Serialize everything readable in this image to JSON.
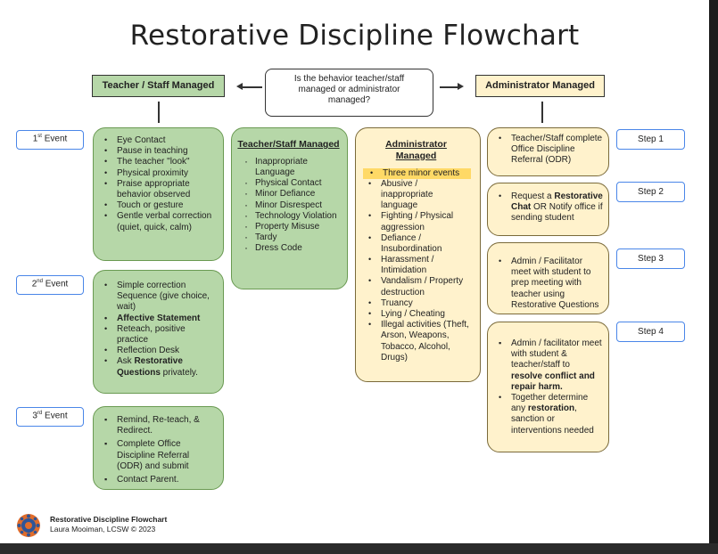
{
  "title": "Restorative Discipline Flowchart",
  "question": "Is the behavior teacher/staff managed or administrator managed?",
  "teacher_header": "Teacher / Staff  Managed",
  "admin_header": "Administrator Managed",
  "events": [
    {
      "num": "1",
      "suffix": "st",
      "word": "Event"
    },
    {
      "num": "2",
      "suffix": "nd",
      "word": "Event"
    },
    {
      "num": "3",
      "suffix": "rd",
      "word": "Event"
    }
  ],
  "event1_items": [
    "Eye Contact",
    "Pause in teaching",
    "The teacher \"look\"",
    "Physical proximity",
    "Praise appropriate behavior observed",
    "Touch or gesture",
    "Gentle verbal correction (quiet, quick, calm)"
  ],
  "event2_items": {
    "i0": "Simple correction Sequence (give choice, wait)",
    "i1": "Affective Statement",
    "i2": "Reteach, positive practice",
    "i3": "Reflection Desk",
    "i4_pre": "Ask ",
    "i4_bold": "Restorative Questions",
    "i4_post": " privately."
  },
  "event3_items": [
    "Remind, Re-teach, & Redirect.",
    "Complete Office Discipline Referral (ODR) and submit",
    "Contact Parent."
  ],
  "teacher_list": {
    "heading": "Teacher/Staff Managed",
    "items": [
      "Inappropriate Language",
      "Physical Contact",
      "Minor Defiance",
      "Minor Disrespect",
      "Technology Violation",
      "Property Misuse",
      "Tardy",
      "Dress Code"
    ]
  },
  "admin_list": {
    "heading": "Administrator Managed",
    "items": [
      "Three minor events",
      "Abusive / inappropriate language",
      "Fighting / Physical aggression",
      "Defiance / Insubordination",
      "Harassment / Intimidation",
      "Vandalism / Property destruction",
      "Truancy",
      "Lying / Cheating",
      "Illegal activities (Theft, Arson, Weapons, Tobacco, Alcohol, Drugs)"
    ]
  },
  "steps": {
    "labels": [
      "Step 1",
      "Step 2",
      "Step 3",
      "Step 4"
    ],
    "s1": "Teacher/Staff complete Office Discipline Referral (ODR)",
    "s2_pre": "Request a ",
    "s2_bold": "Restorative Chat",
    "s2_post": " OR Notify office if sending student",
    "s3": "Admin / Facilitator meet with student to prep meeting with teacher using Restorative Questions",
    "s4a_pre": "Admin / facilitator meet with student & teacher/staff to ",
    "s4a_bold": "resolve conflict and repair harm.",
    "s4b_pre": "Together determine any ",
    "s4b_bold": "restoration",
    "s4b_post": ", sanction or interventions needed"
  },
  "footer": {
    "title": "Restorative Discipline Flowchart",
    "author": "Laura Mooiman, LCSW © 2023"
  },
  "colors": {
    "green": "#b6d7a8",
    "yellow": "#fff2cc",
    "highlight": "#ffd966",
    "step_border": "#4a86e8",
    "logo": "#e06c2b"
  }
}
